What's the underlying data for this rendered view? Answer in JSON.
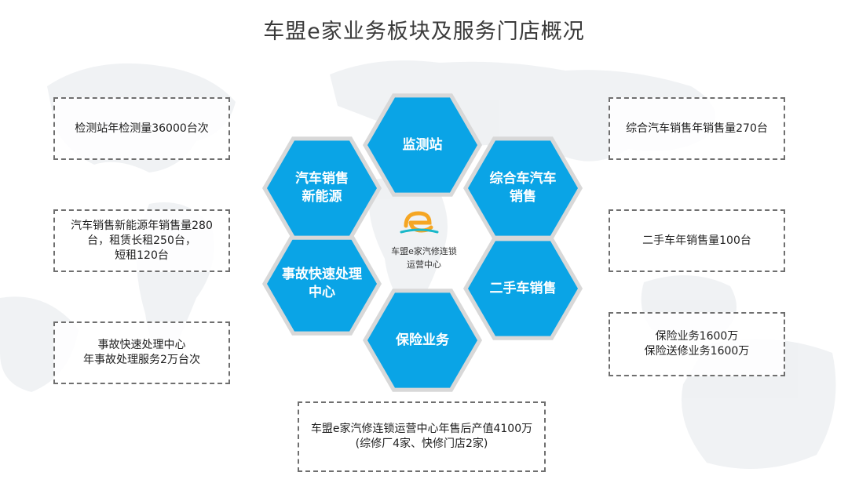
{
  "title": "车盟e家业务板块及服务门店概况",
  "colors": {
    "hex_fill": "#0aa4e6",
    "hex_border": "#d8d8d8",
    "box_border": "#6f6f6f",
    "logo_orange": "#f5a623",
    "logo_teal": "#19b8c9"
  },
  "center": {
    "logo_icon": "e-logo-icon",
    "text": "车盟e家汽修连锁\n运营中心"
  },
  "hexagons": [
    {
      "id": "jiancezhan",
      "label": "监测站"
    },
    {
      "id": "zonghe",
      "label": "综合车汽车\n销售"
    },
    {
      "id": "ershou",
      "label": "二手车销售"
    },
    {
      "id": "baoxian",
      "label": "保险业务"
    },
    {
      "id": "shigu",
      "label": "事故快速处理\n中心"
    },
    {
      "id": "xinnengyuan",
      "label": "汽车销售\n新能源"
    }
  ],
  "boxes": [
    {
      "id": "box-jiance",
      "text": "检测站年检测量36000台次"
    },
    {
      "id": "box-xinnengyuan",
      "text": "汽车销售新能源年销售量280\n台，租赁长租250台，\n短租120台"
    },
    {
      "id": "box-shigu",
      "text": "事故快速处理中心\n年事故处理服务2万台次"
    },
    {
      "id": "box-zonghe",
      "text": "综合汽车销售年销售量270台"
    },
    {
      "id": "box-ershou",
      "text": "二手车年销售量100台"
    },
    {
      "id": "box-baoxian",
      "text": "保险业务1600万\n保险送修业务1600万"
    },
    {
      "id": "box-center",
      "text": "车盟e家汽修连锁运营中心年售后产值4100万\n(综修厂4家、快修门店2家)"
    }
  ]
}
